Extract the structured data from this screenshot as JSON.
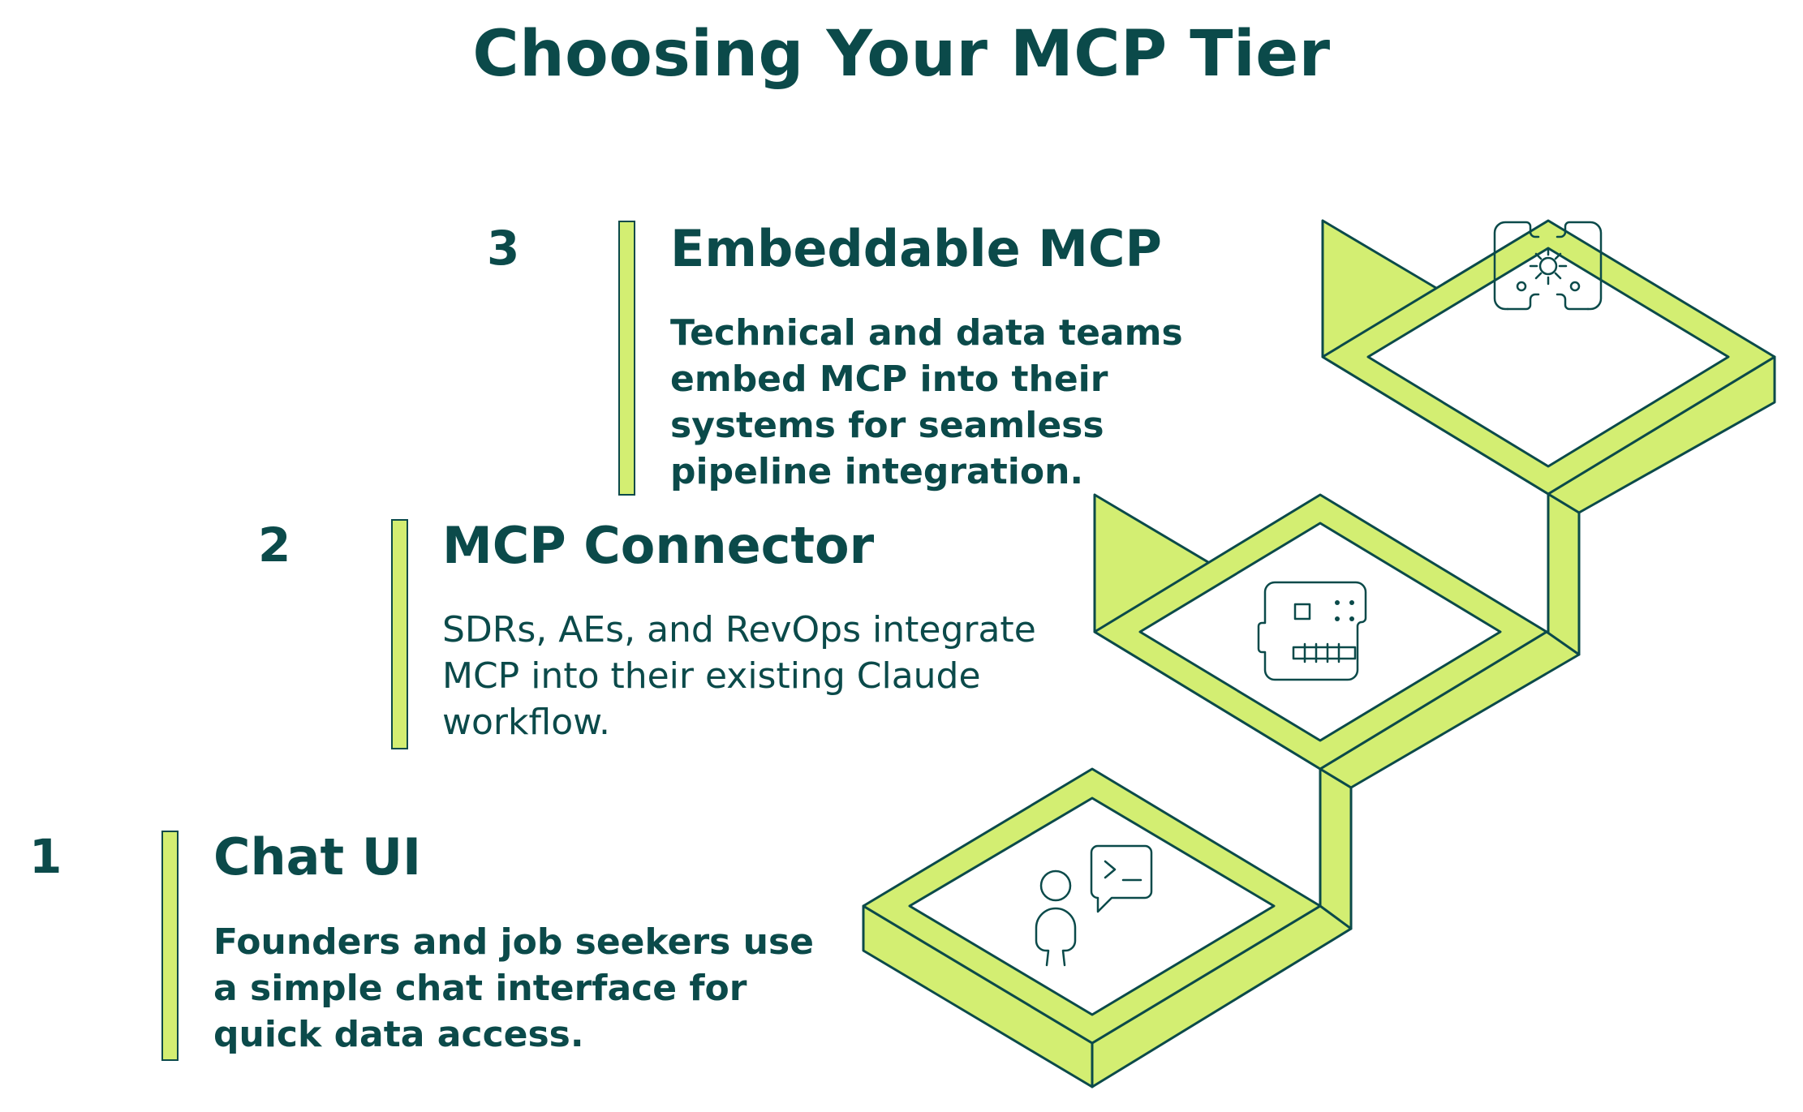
{
  "title": "Choosing Your MCP Tier",
  "colors": {
    "accent": "#d3ee72",
    "ink": "#0b4a4a",
    "background": "#ffffff"
  },
  "tiers": [
    {
      "number": "1",
      "name": "Chat UI",
      "description": "Founders and job seekers use a simple chat interface for quick data access.",
      "icon": "person-chat-icon"
    },
    {
      "number": "2",
      "name": "MCP Connector",
      "description": "SDRs, AEs, and RevOps integrate MCP into their existing Claude workflow.",
      "icon": "circuit-board-icon"
    },
    {
      "number": "3",
      "name": "Embeddable MCP",
      "description": "Technical and data teams embed MCP into their systems for seamless pipeline integration.",
      "icon": "embedded-gear-icon"
    }
  ]
}
